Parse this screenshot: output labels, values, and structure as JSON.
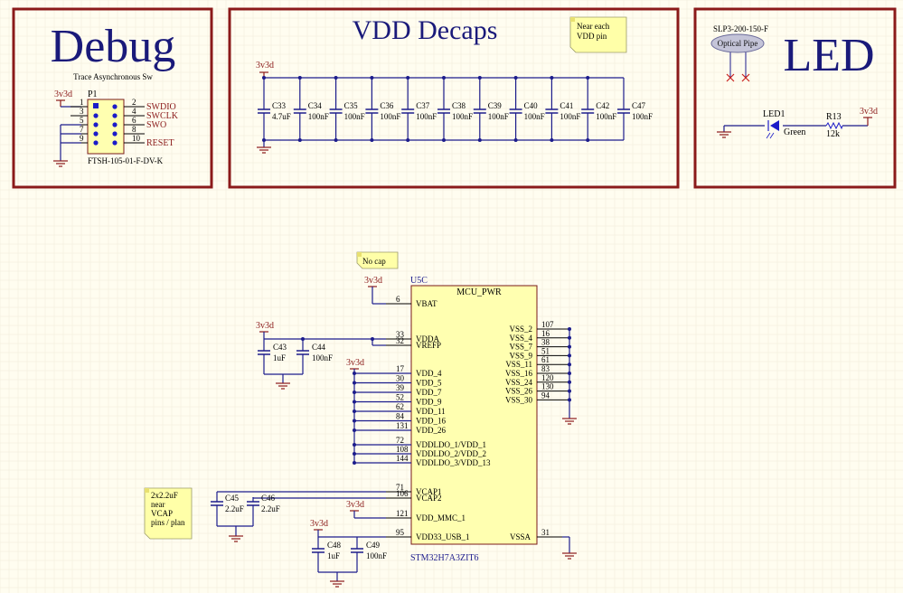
{
  "colors": {
    "background": "#FFFDF0",
    "grid": "#ECE6D2",
    "frame": "#8B1A1A",
    "wire": "#1C1C8C",
    "pin": "#000000",
    "power": "#8B1A1A",
    "title": "#1A1A7A",
    "chip_fill": "#FFFFB0",
    "note_fill": "#FFFFA8"
  },
  "debug": {
    "title": "Debug",
    "subtitle": "Trace Asynchronous Sw",
    "designator": "P1",
    "part": "FTSH-105-01-F-DV-K",
    "power": "3v3d",
    "left_pins": [
      "1",
      "3",
      "5",
      "7",
      "9"
    ],
    "right_pins": [
      "2",
      "4",
      "6",
      "8",
      "10"
    ],
    "nets": [
      "SWDIO",
      "SWCLK",
      "SWO",
      "",
      "RESET"
    ]
  },
  "decaps": {
    "title": "VDD Decaps",
    "note": [
      "Near each",
      "VDD pin"
    ],
    "power": "3v3d",
    "caps": [
      {
        "ref": "C33",
        "value": "4.7uF"
      },
      {
        "ref": "C34",
        "value": "100nF"
      },
      {
        "ref": "C35",
        "value": "100nF"
      },
      {
        "ref": "C36",
        "value": "100nF"
      },
      {
        "ref": "C37",
        "value": "100nF"
      },
      {
        "ref": "C38",
        "value": "100nF"
      },
      {
        "ref": "C39",
        "value": "100nF"
      },
      {
        "ref": "C40",
        "value": "100nF"
      },
      {
        "ref": "C41",
        "value": "100nF"
      },
      {
        "ref": "C42",
        "value": "100nF"
      },
      {
        "ref": "C47",
        "value": "100nF"
      }
    ]
  },
  "led": {
    "title": "LED",
    "pipe_part": "SLP3-200-150-F",
    "pipe_label": "Optical Pipe",
    "led_ref": "LED1",
    "led_color": "Green",
    "res_ref": "R13",
    "res_value": "12k",
    "power": "3v3d"
  },
  "mcu": {
    "note": "No cap",
    "designator": "U5C",
    "title": "MCU_PWR",
    "part": "STM32H7A3ZIT6",
    "vbat": {
      "num": "6",
      "name": "VBAT"
    },
    "vdda": [
      {
        "num": "33",
        "name": "VDDA"
      },
      {
        "num": "32",
        "name": "VREFP"
      }
    ],
    "vdd": [
      {
        "num": "17",
        "name": "VDD_4"
      },
      {
        "num": "30",
        "name": "VDD_5"
      },
      {
        "num": "39",
        "name": "VDD_7"
      },
      {
        "num": "52",
        "name": "VDD_9"
      },
      {
        "num": "62",
        "name": "VDD_11"
      },
      {
        "num": "84",
        "name": "VDD_16"
      },
      {
        "num": "131",
        "name": "VDD_26"
      }
    ],
    "vddldo": [
      {
        "num": "72",
        "name": "VDDLDO_1/VDD_1"
      },
      {
        "num": "108",
        "name": "VDDLDO_2/VDD_2"
      },
      {
        "num": "144",
        "name": "VDDLDO_3/VDD_13"
      }
    ],
    "vcap": [
      {
        "num": "71",
        "name": "VCAP1"
      },
      {
        "num": "106",
        "name": "VCAP2"
      }
    ],
    "vddmmc": {
      "num": "121",
      "name": "VDD_MMC_1"
    },
    "vddusb": {
      "num": "95",
      "name": "VDD33_USB_1"
    },
    "vss": [
      {
        "num": "107",
        "name": "VSS_2"
      },
      {
        "num": "16",
        "name": "VSS_4"
      },
      {
        "num": "38",
        "name": "VSS_7"
      },
      {
        "num": "51",
        "name": "VSS_9"
      },
      {
        "num": "61",
        "name": "VSS_11"
      },
      {
        "num": "83",
        "name": "VSS_16"
      },
      {
        "num": "120",
        "name": "VSS_24"
      },
      {
        "num": "130",
        "name": "VSS_26"
      },
      {
        "num": "94",
        "name": "VSS_30"
      }
    ],
    "vssa": {
      "num": "31",
      "name": "VSSA"
    },
    "vdda_caps": [
      {
        "ref": "C43",
        "value": "1uF"
      },
      {
        "ref": "C44",
        "value": "100nF"
      }
    ],
    "vcap_caps": [
      {
        "ref": "C45",
        "value": "2.2uF"
      },
      {
        "ref": "C46",
        "value": "2.2uF"
      }
    ],
    "vcap_note": [
      "2x2.2uF",
      "near",
      "VCAP",
      "pins / plan"
    ],
    "usb_caps": [
      {
        "ref": "C48",
        "value": "1uF"
      },
      {
        "ref": "C49",
        "value": "100nF"
      }
    ],
    "power": "3v3d"
  }
}
